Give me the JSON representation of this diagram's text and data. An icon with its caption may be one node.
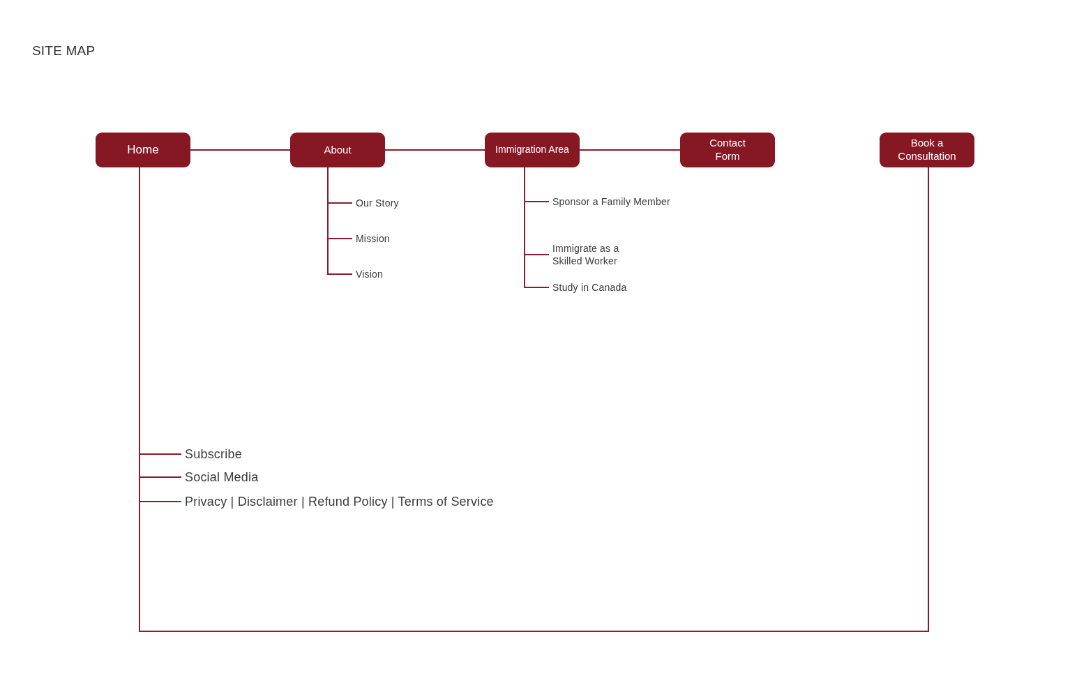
{
  "diagram": {
    "title": "SITE MAP",
    "nodes": [
      {
        "text": [
          "Home"
        ]
      },
      {
        "text": [
          "About"
        ]
      },
      {
        "text": [
          "Immigration Area"
        ]
      },
      {
        "text": [
          "Contact Form"
        ]
      },
      {
        "text": [
          "Book a Consultation"
        ]
      },
      {
        "text": [
          "Our Story"
        ]
      },
      {
        "text": [
          "Mission"
        ]
      },
      {
        "text": [
          "Vision"
        ]
      },
      {
        "text": [
          "Sponsor a Family Member"
        ]
      },
      {
        "text": [
          "Immigrate as a Skilled Worker"
        ]
      },
      {
        "text": [
          "Study in Canada"
        ]
      },
      {
        "text": [
          "Subscribe"
        ]
      },
      {
        "text": [
          "Social Media"
        ]
      },
      {
        "text": [
          "Privacy | Disclaimer | Refund Policy | Terms of Service"
        ]
      }
    ],
    "edges": [
      {
        "from": 0,
        "to": 1,
        "arrow": "none"
      },
      {
        "from": 1,
        "to": 2,
        "arrow": "none"
      },
      {
        "from": 2,
        "to": 3,
        "arrow": "none"
      },
      {
        "from": 1,
        "to": 5,
        "arrow": "none"
      },
      {
        "from": 1,
        "to": 6,
        "arrow": "none"
      },
      {
        "from": 1,
        "to": 7,
        "arrow": "none"
      },
      {
        "from": 2,
        "to": 8,
        "arrow": "none"
      },
      {
        "from": 2,
        "to": 9,
        "arrow": "none"
      },
      {
        "from": 2,
        "to": 10,
        "arrow": "none"
      },
      {
        "from": 0,
        "to": 11,
        "arrow": "none"
      },
      {
        "from": 0,
        "to": 12,
        "arrow": "none"
      },
      {
        "from": 0,
        "to": 13,
        "arrow": "none"
      },
      {
        "from": 0,
        "to": 4,
        "arrow": "none"
      }
    ]
  }
}
